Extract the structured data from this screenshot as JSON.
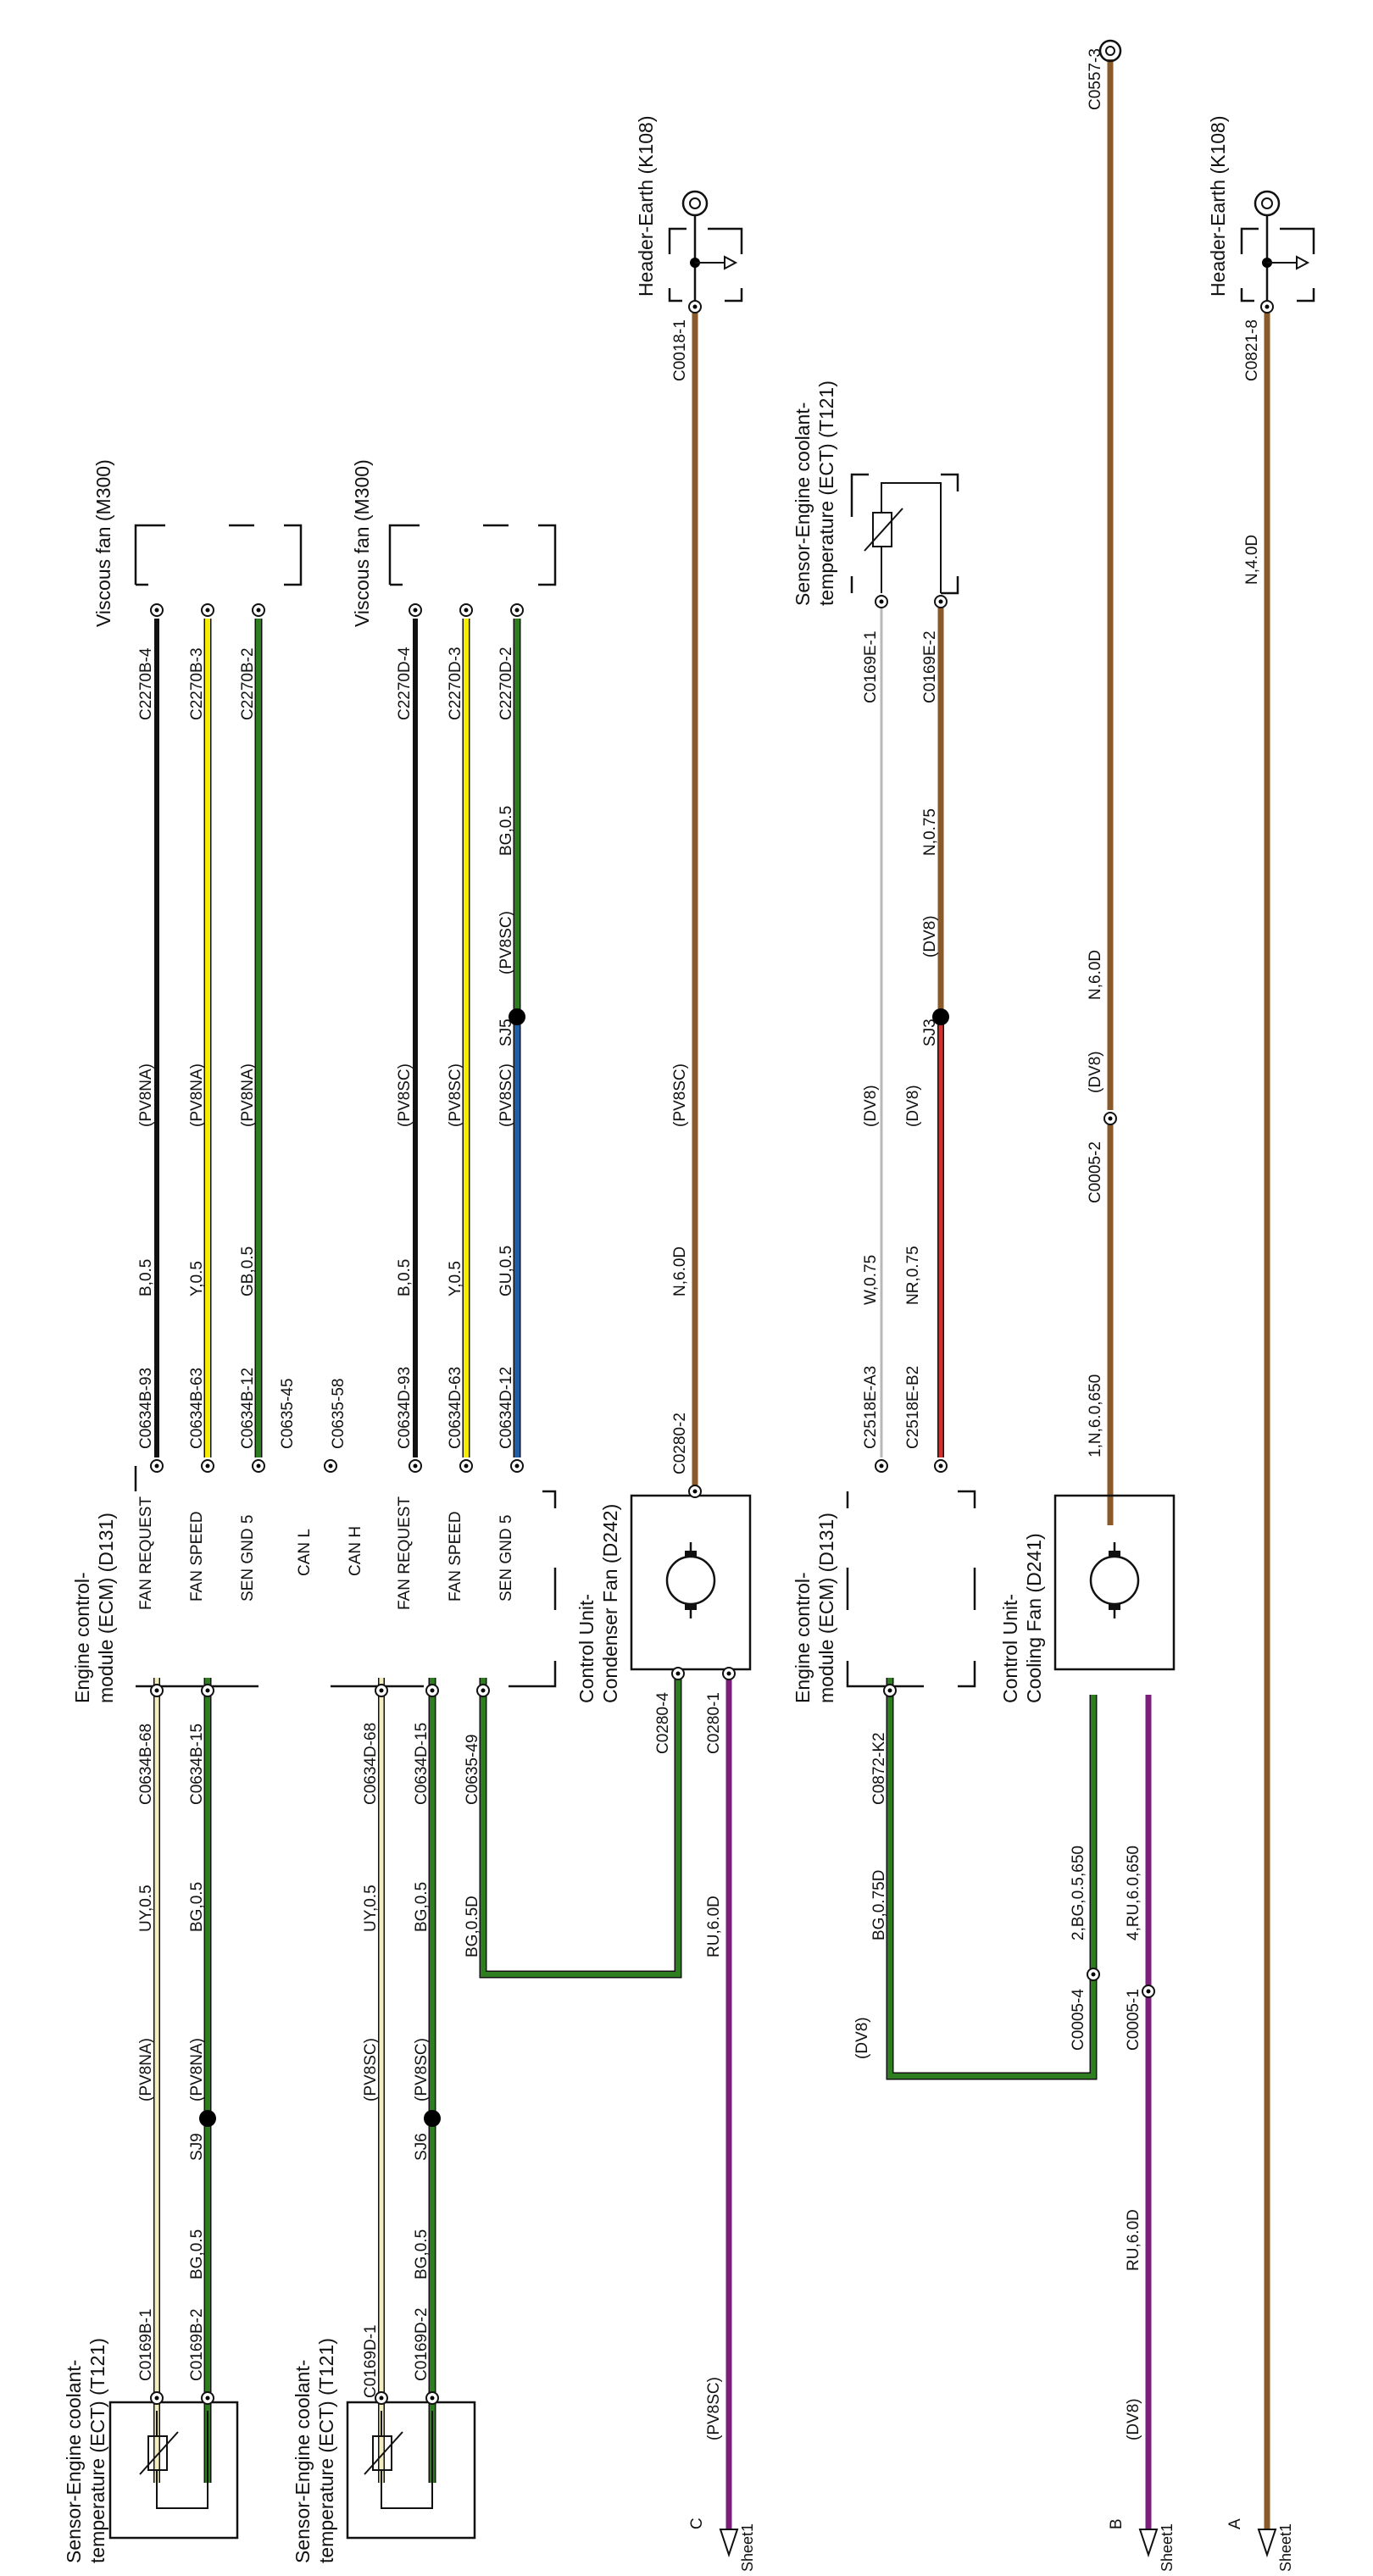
{
  "components": {
    "fan1_name": "Viscous fan (M300)",
    "fan2_name": "Viscous fan (M300)",
    "ecm_top_name": "Engine control-module (ECM) (D131)",
    "ecm_bot_name": "Engine control-module (ECM) (D131)",
    "ect1_name": "Sensor-Engine coolant-temperature (ECT) (T121)",
    "ect2_name": "Sensor-Engine coolant-temperature (ECT) (T121)",
    "ect3_name": "Sensor-Engine coolant-temperature (ECT) (T121)",
    "condenser_name": "Control Unit-Condenser Fan (D242)",
    "cooling_name": "Control Unit-Cooling Fan (D241)",
    "earth1_name": "Header-Earth (K108)",
    "earth2_name": "Header-Earth (K108)"
  },
  "pins": {
    "fan_request": "FAN REQUEST",
    "fan_speed": "FAN SPEED",
    "sen_gnd_5": "SEN GND 5",
    "can_l": "CAN L",
    "can_h": "CAN H",
    "fan_request_2": "FAN REQUEST",
    "fan_speed_2": "FAN SPEED",
    "sen_gnd_5_2": "SEN GND 5"
  },
  "connectors": {
    "c2270b4": "C2270B-4",
    "c2270b3": "C2270B-3",
    "c2270b2": "C2270B-2",
    "c2270d4": "C2270D-4",
    "c2270d3": "C2270D-3",
    "c2270d2": "C2270D-2",
    "c0634b93": "C0634B-93",
    "c0634b63": "C0634B-63",
    "c0634b12": "C0634B-12",
    "c0635_45": "C0635-45",
    "c0635_58": "C0635-58",
    "c0634d93": "C0634D-93",
    "c0634d63": "C0634D-63",
    "c0634d12": "C0634D-12",
    "c0634b68": "C0634B-68",
    "c0634b15": "C0634B-15",
    "c0634d68": "C0634D-68",
    "c0634d15": "C0634D-15",
    "c0635_49": "C0635-49",
    "c0169b1": "C0169B-1",
    "c0169b2": "C0169B-2",
    "c0169d1": "C0169D-1",
    "c0169d2": "C0169D-2",
    "c0280_2": "C0280-2",
    "c0280_4": "C0280-4",
    "c0280_1": "C0280-1",
    "c0018_1": "C0018-1",
    "c0169e1": "C0169E-1",
    "c0169e2": "C0169E-2",
    "c2518ea3": "C2518E-A3",
    "c2518eb2": "C2518E-B2",
    "c0872k2": "C0872-K2",
    "c0005_2": "C0005-2",
    "c0005_4": "C0005-4",
    "c0005_1": "C0005-1",
    "c0557_3": "C0557-3",
    "c0821_8": "C0821-8"
  },
  "wires": {
    "b05": "B,0.5",
    "y05": "Y,0.5",
    "gb05": "GB,0.5",
    "b05_2": "B,0.5",
    "y05_2": "Y,0.5",
    "gu05": "GU,0.5",
    "bg05_top": "BG,0.5",
    "uy05_1": "UY,0.5",
    "bg05_1": "BG,0.5",
    "bg05_1b": "BG,0.5",
    "uy05_2": "UY,0.5",
    "bg05_2": "BG,0.5",
    "bg05_2b": "BG,0.5",
    "bg05d": "BG,0.5D",
    "n60d_cond": "N,6.0D",
    "ru60d_cond": "RU,6.0D",
    "w075": "W,0.75",
    "nr075": "NR,0.75",
    "n075": "N,0.75",
    "bg075d": "BG,0.75D",
    "n60_650": "1,N,6.0,650",
    "bg05_650": "2,BG,0.5,650",
    "ru60_650": "4,RU,6.0,650",
    "n60d_c05": "N,6.0D",
    "ru60d_b": "RU,6.0D",
    "n40d": "N,4.0D"
  },
  "variants": {
    "pv8na_1": "(PV8NA)",
    "pv8na_2": "(PV8NA)",
    "pv8na_3": "(PV8NA)",
    "pv8sc_1": "(PV8SC)",
    "pv8sc_2": "(PV8SC)",
    "pv8sc_3": "(PV8SC)",
    "pv8sc_4": "(PV8SC)",
    "pv8sc_cond": "(PV8SC)",
    "pv8na_4": "(PV8NA)",
    "pv8na_5": "(PV8NA)",
    "pv8sc_5": "(PV8SC)",
    "pv8sc_6": "(PV8SC)",
    "pv8sc_c": "(PV8SC)",
    "dv8_1": "(DV8)",
    "dv8_2": "(DV8)",
    "dv8_3": "(DV8)",
    "dv8_4": "(DV8)",
    "dv8_5": "(DV8)",
    "dv8_6": "(DV8)"
  },
  "splices": {
    "sj5": "SJ5",
    "sj3": "SJ3",
    "sj9": "SJ9",
    "sj6": "SJ6"
  },
  "sheet_refs": {
    "c_letter": "C",
    "b_letter": "B",
    "a_letter": "A",
    "c_sheet": "Sheet1",
    "b_sheet": "Sheet1",
    "a_sheet": "Sheet1"
  },
  "colors": {
    "black": "#111111",
    "yellow": "#f5ec00",
    "green": "#2e7d1e",
    "brown": "#8b5a2b",
    "purple": "#7b1f7a",
    "red": "#d32f2f",
    "blue": "#1e5fa8",
    "tan": "#d8cf8a",
    "white_wire": "#b8b8b8"
  }
}
